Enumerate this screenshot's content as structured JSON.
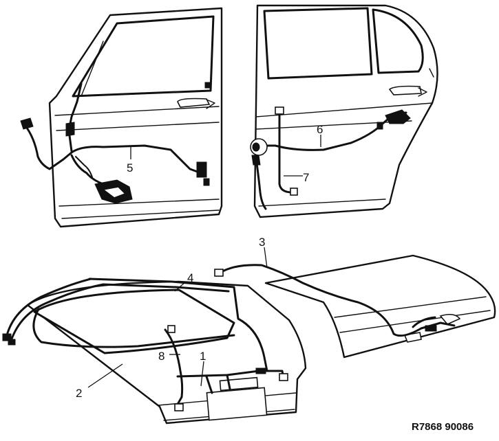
{
  "callouts": {
    "c1": "1",
    "c2": "2",
    "c3": "3",
    "c4": "4",
    "c5": "5",
    "c6": "6",
    "c7": "7",
    "c8": "8"
  },
  "reference_code": "R7868  90086"
}
